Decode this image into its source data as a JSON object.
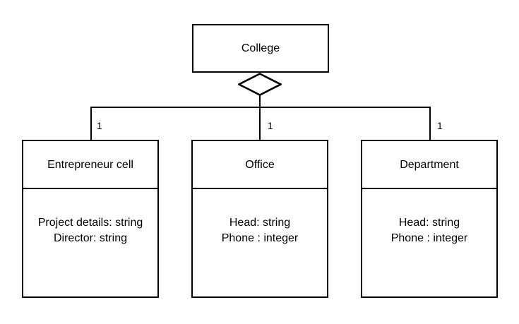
{
  "diagram": {
    "type": "uml-class-diagram",
    "relationship": "aggregation",
    "root": {
      "name": "College",
      "attributes": []
    },
    "parts": [
      {
        "name": "Entrepreneur cell",
        "multiplicity": "1",
        "attributes": [
          "Project details: string",
          "Director: string"
        ]
      },
      {
        "name": "Office",
        "multiplicity": "1",
        "attributes": [
          "Head: string",
          "Phone : integer"
        ]
      },
      {
        "name": "Department",
        "multiplicity": "1",
        "attributes": [
          "Head: string",
          "Phone : integer"
        ]
      }
    ],
    "colors": {
      "stroke": "#000000",
      "fill": "#ffffff",
      "text": "#000000"
    },
    "icons": {
      "aggregation": "hollow-diamond-icon"
    }
  }
}
